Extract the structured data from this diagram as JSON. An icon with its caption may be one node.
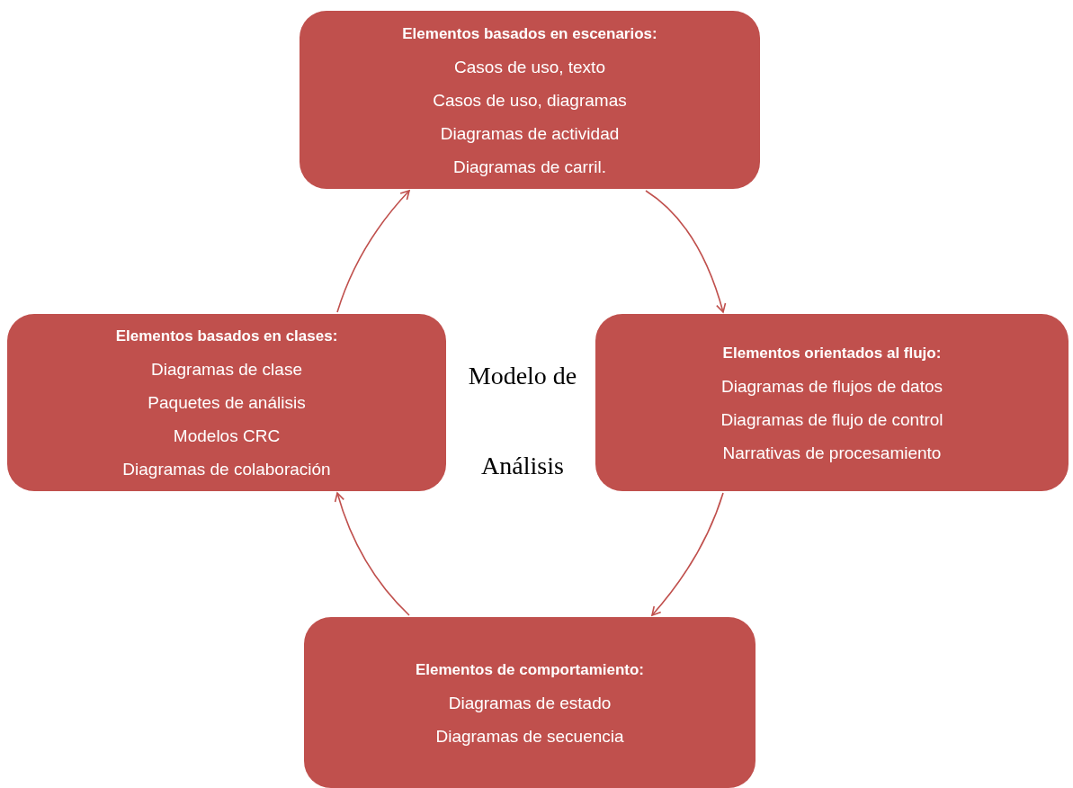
{
  "diagram": {
    "nodes": [
      {
        "text": [
          "Elementos basados en escenarios:",
          "Casos de uso, texto",
          "Casos de uso, diagramas",
          "Diagramas de actividad",
          "Diagramas de carril."
        ]
      },
      {
        "text": [
          "Elementos orientados al flujo:",
          "Diagramas de flujos de datos",
          "Diagramas de flujo de control",
          "Narrativas de procesamiento"
        ]
      },
      {
        "text": [
          "Elementos de comportamiento:",
          "Diagramas de estado",
          "Diagramas de secuencia"
        ]
      },
      {
        "text": [
          "Elementos basados en clases:",
          "Diagramas de clase",
          "Paquetes de análisis",
          "Modelos CRC",
          "Diagramas de colaboración"
        ]
      }
    ],
    "edges": [
      {
        "from": 0,
        "to": 1,
        "arrow": "to"
      },
      {
        "from": 1,
        "to": 2,
        "arrow": "to"
      },
      {
        "from": 2,
        "to": 3,
        "arrow": "to"
      },
      {
        "from": 3,
        "to": 0,
        "arrow": "to"
      }
    ],
    "labels": [
      "Modelo de Análisis"
    ]
  }
}
